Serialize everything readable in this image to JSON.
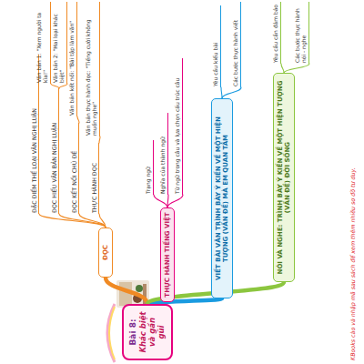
{
  "diagram": {
    "nodes": [
      {
        "text": [
          "Bài 8:",
          "Khác biệt và gần gũi"
        ]
      },
      {
        "text": [
          "ĐỌC"
        ]
      },
      {
        "text": [
          "ĐẶC ĐIỂM THỂ LOẠI VĂN NGHỊ LUẬN"
        ]
      },
      {
        "text": [
          "ĐỌC HIỂU VĂN BẢN NGHỊ LUẬN"
        ]
      },
      {
        "text": [
          "Văn bản 1: \"Xem người ta kìa!\""
        ]
      },
      {
        "text": [
          "Văn bản 2: \"Hai loại khác biệt\""
        ]
      },
      {
        "text": [
          "ĐỌC KẾT NỐI CHỦ ĐỀ"
        ]
      },
      {
        "text": [
          "Văn bản kết nối: \"Bài tập làm văn\""
        ]
      },
      {
        "text": [
          "THỰC HÀNH ĐỌC"
        ]
      },
      {
        "text": [
          "Văn bản thực hành đọc: \"Tiếng cười không muốn nghe\""
        ]
      },
      {
        "text": [
          "THỰC HÀNH TIẾNG VIỆT"
        ]
      },
      {
        "text": [
          "Trạng ngữ"
        ]
      },
      {
        "text": [
          "Nghĩa của thành ngữ"
        ]
      },
      {
        "text": [
          "Từ ngữ trong câu và lựa chọn cấu trúc câu"
        ]
      },
      {
        "text": [
          "VIẾT BÀI VĂN TRÌNH BÀY Ý KIẾN VỀ MỘT HIỆN TƯỢNG (VẤN ĐỀ) MÀ EM QUAN TÂM"
        ]
      },
      {
        "text": [
          "Yêu cầu kiểu bài"
        ]
      },
      {
        "text": [
          "Các bước thực hành viết"
        ]
      },
      {
        "text": [
          "NÓI VÀ NGHE: TRÌNH BÀY Ý KIẾN VỀ MỘT HIỆN TƯỢNG (VẤN ĐỀ) ĐỜI SỐNG"
        ]
      },
      {
        "text": [
          "Yêu cầu cần đảm bảo"
        ]
      },
      {
        "text": [
          "Các bước thực hành nói - nghe"
        ]
      }
    ],
    "edges": [
      {
        "from": 0,
        "to": 1,
        "arrow": "none"
      },
      {
        "from": 1,
        "to": 2,
        "arrow": "none"
      },
      {
        "from": 1,
        "to": 3,
        "arrow": "none"
      },
      {
        "from": 3,
        "to": 4,
        "arrow": "none"
      },
      {
        "from": 3,
        "to": 5,
        "arrow": "none"
      },
      {
        "from": 1,
        "to": 6,
        "arrow": "none"
      },
      {
        "from": 6,
        "to": 7,
        "arrow": "none"
      },
      {
        "from": 1,
        "to": 8,
        "arrow": "none"
      },
      {
        "from": 8,
        "to": 9,
        "arrow": "none"
      },
      {
        "from": 0,
        "to": 10,
        "arrow": "none"
      },
      {
        "from": 10,
        "to": 11,
        "arrow": "none"
      },
      {
        "from": 10,
        "to": 12,
        "arrow": "none"
      },
      {
        "from": 10,
        "to": 13,
        "arrow": "none"
      },
      {
        "from": 0,
        "to": 14,
        "arrow": "none"
      },
      {
        "from": 14,
        "to": 15,
        "arrow": "none"
      },
      {
        "from": 14,
        "to": 16,
        "arrow": "none"
      },
      {
        "from": 0,
        "to": 17,
        "arrow": "none"
      },
      {
        "from": 17,
        "to": 18,
        "arrow": "none"
      },
      {
        "from": 17,
        "to": 19,
        "arrow": "none"
      }
    ],
    "labels": [
      "KBooks cào và nhập mã sau sách để xem thêm nhiều sơ đồ tư duy."
    ]
  }
}
